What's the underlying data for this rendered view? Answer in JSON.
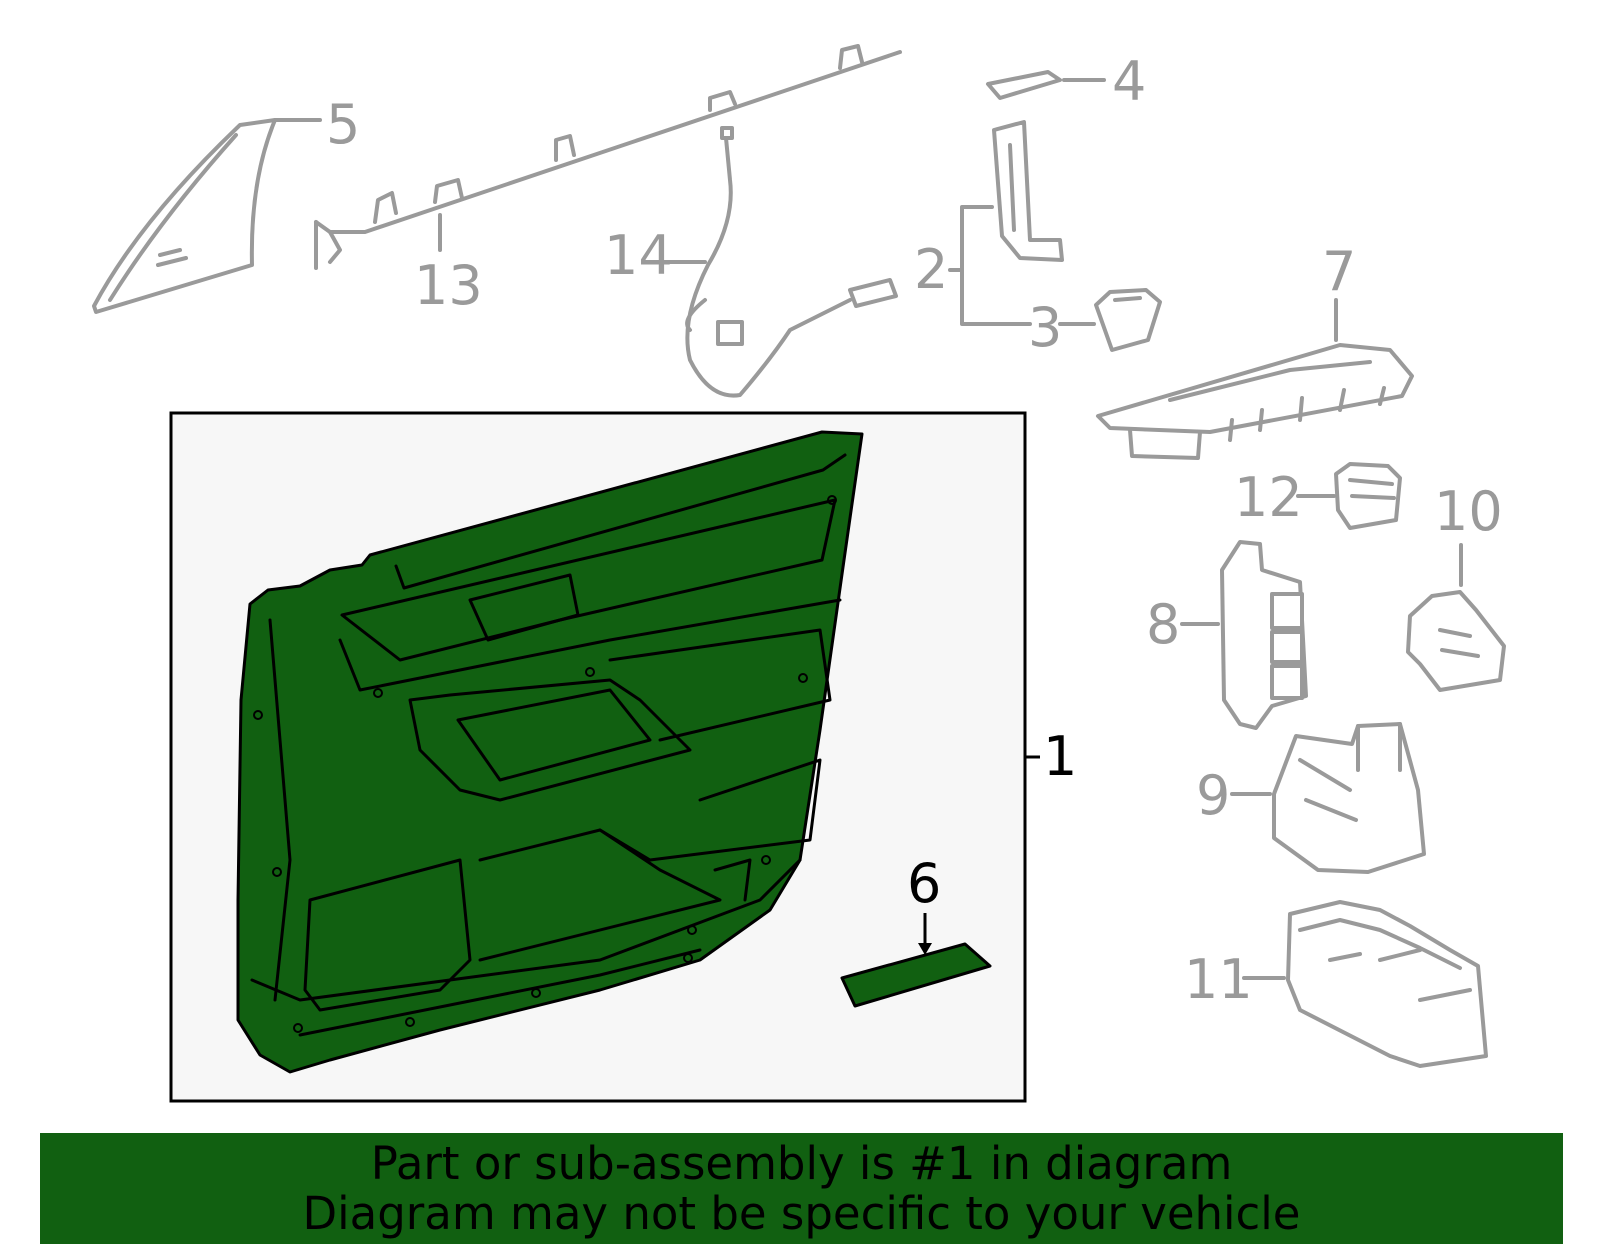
{
  "colors": {
    "highlight_part": "#116011",
    "callout_gray": "#9a9a9a",
    "panel_background": "#f7f7f7",
    "banner_background": "#116011"
  },
  "callouts": {
    "c1": "1",
    "c2": "2",
    "c3": "3",
    "c4": "4",
    "c5": "5",
    "c6": "6",
    "c7": "7",
    "c8": "8",
    "c9": "9",
    "c10": "10",
    "c11": "11",
    "c12": "12",
    "c13": "13",
    "c14": "14"
  },
  "banner": {
    "line1": "Part or sub-assembly is #1 in diagram",
    "line2": "Diagram may not be specific to your vehicle"
  }
}
